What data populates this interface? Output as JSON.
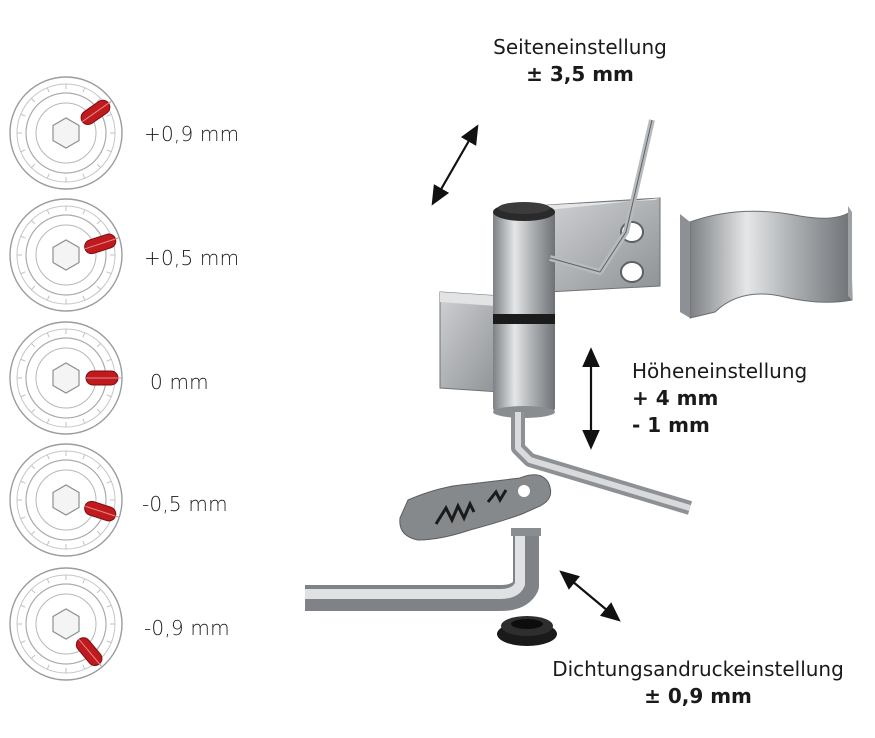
{
  "dials": [
    {
      "label": "+0,9 mm",
      "angle": 35
    },
    {
      "label": "+0,5 mm",
      "angle": 18
    },
    {
      "label": "0 mm",
      "angle": 0
    },
    {
      "label": "-0,5 mm",
      "angle": -18
    },
    {
      "label": "-0,9 mm",
      "angle": -50
    }
  ],
  "callouts": {
    "side": {
      "name": "Seiteneinstellung",
      "value": "± 3,5 mm"
    },
    "height": {
      "name": "Höheneinstellung",
      "value1": "+ 4 mm",
      "value2": "- 1 mm"
    },
    "seal": {
      "name": "Dichtungsandruckeinstellung",
      "value": "± 0,9 mm"
    }
  },
  "colors": {
    "accent": "#c0191e",
    "steel": "#b9bcbe",
    "dark": "#2b2b2b"
  }
}
